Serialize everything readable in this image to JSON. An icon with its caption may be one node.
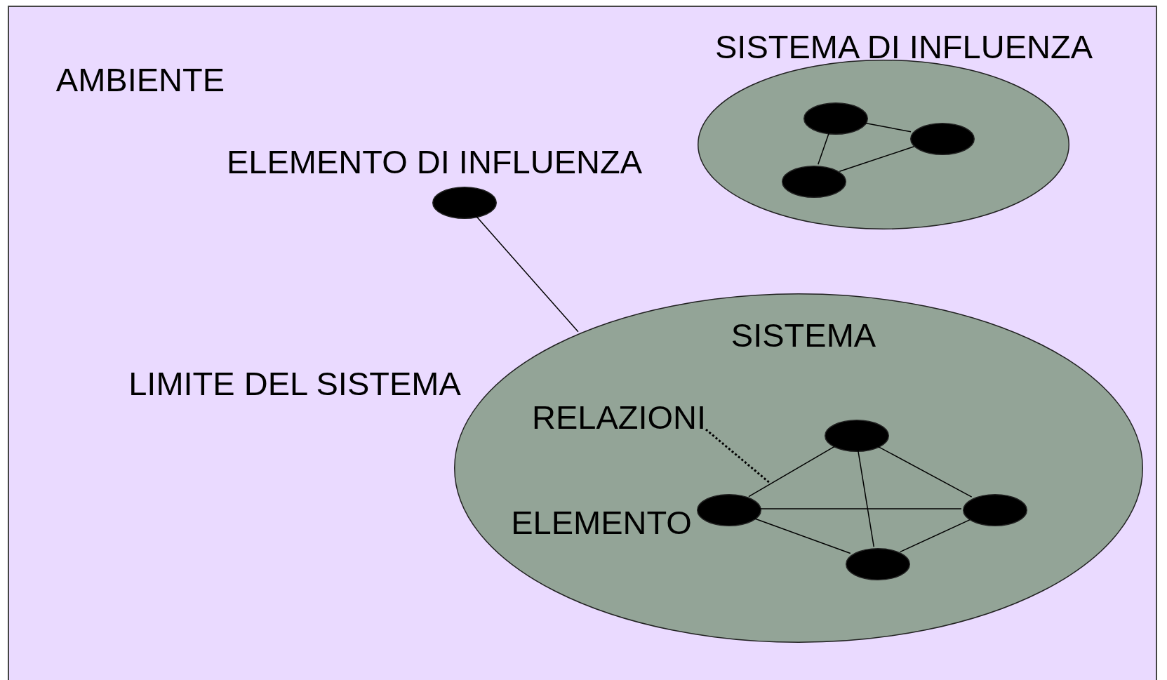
{
  "diagram": {
    "nodes": [
      {
        "text": [
          "AMBIENTE"
        ]
      },
      {
        "text": [
          "SISTEMA DI INFLUENZA"
        ],
        "in": 0
      },
      {
        "text": [],
        "shape": "ellipse",
        "in": 1
      },
      {
        "text": [],
        "shape": "ellipse",
        "in": 1
      },
      {
        "text": [],
        "shape": "ellipse",
        "in": 1
      },
      {
        "text": [
          "ELEMENTO DI INFLUENZA"
        ],
        "in": 0
      },
      {
        "text": [
          "SISTEMA"
        ],
        "in": 0
      },
      {
        "text": [
          "RELAZIONI"
        ],
        "in": 6
      },
      {
        "text": [],
        "shape": "ellipse",
        "in": 6,
        "beside": [
          "ELEMENTO"
        ]
      },
      {
        "text": [],
        "shape": "ellipse",
        "in": 6
      },
      {
        "text": [],
        "shape": "ellipse",
        "in": 6
      },
      {
        "text": [],
        "shape": "ellipse",
        "in": 6
      }
    ],
    "edges": [
      {
        "from": 3,
        "to": 2,
        "arrow": "none"
      },
      {
        "from": 3,
        "to": 4,
        "arrow": "none"
      },
      {
        "from": 2,
        "to": 4,
        "arrow": "none"
      },
      {
        "from": 8,
        "to": 9,
        "arrow": "none"
      },
      {
        "from": 9,
        "to": 11,
        "arrow": "none"
      },
      {
        "from": 8,
        "to": 11,
        "arrow": "none"
      },
      {
        "from": 9,
        "to": 10,
        "arrow": "none"
      },
      {
        "from": 8,
        "to": 10,
        "arrow": "none"
      },
      {
        "from": 10,
        "to": 11,
        "arrow": "none"
      },
      {
        "from": 5,
        "to": 6,
        "arrow": "none"
      },
      {
        "from": 7,
        "to": null,
        "arrow": "none",
        "style": "dashed"
      }
    ],
    "labels": [
      "LIMITE DEL SISTEMA"
    ]
  }
}
